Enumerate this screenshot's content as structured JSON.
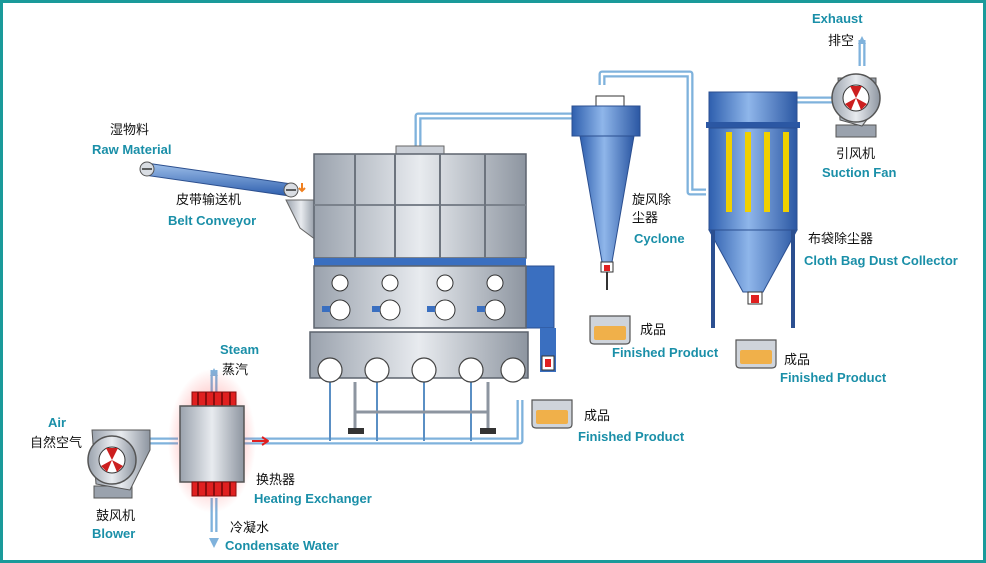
{
  "labels": {
    "exhaust": {
      "en": "Exhaust",
      "cn": "排空"
    },
    "raw_material": {
      "cn": "湿物料",
      "en": "Raw Material"
    },
    "belt_conveyor": {
      "cn": "皮带输送机",
      "en": "Belt Conveyor"
    },
    "suction_fan": {
      "cn": "引风机",
      "en": "Suction Fan"
    },
    "cyclone": {
      "cn1": "旋风除",
      "cn2": "尘器",
      "en": "Cyclone"
    },
    "bag_collector": {
      "cn": "布袋除尘器",
      "en": "Cloth Bag Dust Collector"
    },
    "product_1": {
      "cn": "成品",
      "en": "Finished Product"
    },
    "product_2": {
      "cn": "成品",
      "en": "Finished Product"
    },
    "product_3": {
      "cn": "成品",
      "en": "Finished Product"
    },
    "steam": {
      "en": "Steam",
      "cn": "蒸汽"
    },
    "air": {
      "en": "Air",
      "cn": "自然空气"
    },
    "heat_exchanger": {
      "cn": "换热器",
      "en": "Heating Exchanger"
    },
    "blower": {
      "cn": "鼓风机",
      "en": "Blower"
    },
    "condensate": {
      "cn": "冷凝水",
      "en": "Condensate Water"
    }
  },
  "colors": {
    "frame": "#1a9a9a",
    "english_text": "#1a8fa8",
    "pipe": "#7fb2dc",
    "equipment_blue": "#3a6fc0",
    "dryer_steel": "#c9ced6",
    "heater_red": "#e02020",
    "product": "#f0b04a",
    "filter_bags": "#f0d000"
  }
}
